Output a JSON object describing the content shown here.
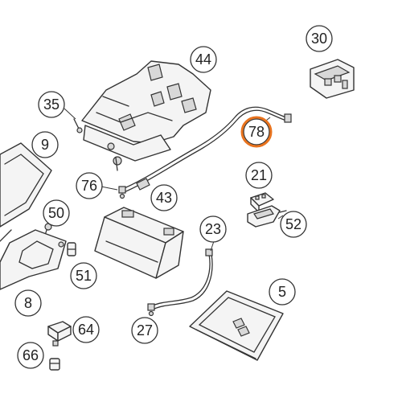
{
  "highlight_color": "#e8731e",
  "highlighted_part": "78",
  "callouts": {
    "c30": "30",
    "c44": "44",
    "c35": "35",
    "c9": "9",
    "c78": "78",
    "c21": "21",
    "c76": "76",
    "c43": "43",
    "c50": "50",
    "c52": "52",
    "c23": "23",
    "c51": "51",
    "c5": "5",
    "c8": "8",
    "c64": "64",
    "c27": "27",
    "c66": "66"
  }
}
